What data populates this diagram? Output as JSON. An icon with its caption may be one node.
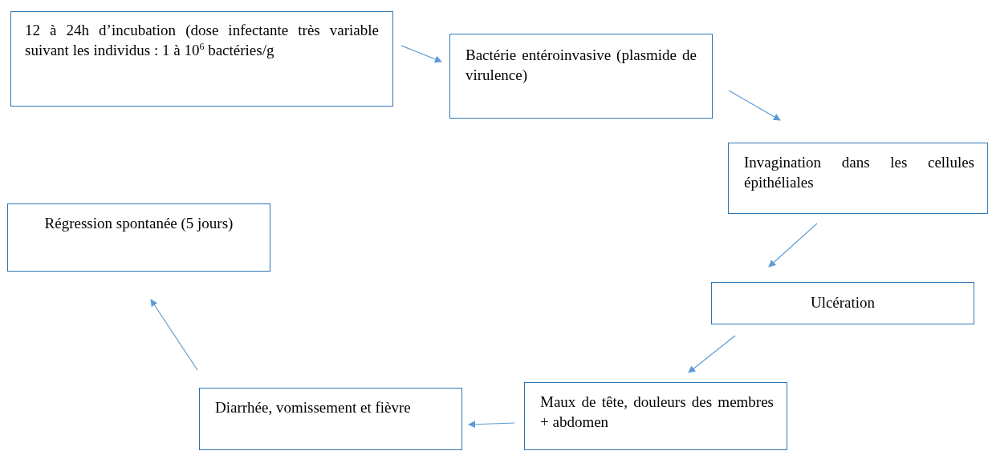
{
  "diagram": {
    "nodes": [
      {
        "text": [
          "12 à 24h d’incubation (dose infectante très variable suivant les individus : 1 à 10$^{6}$ bactéries/g"
        ]
      },
      {
        "text": [
          "Bactérie entéroinvasive (plasmide de virulence)"
        ]
      },
      {
        "text": [
          "Invagination dans les cellules épithéliales"
        ]
      },
      {
        "text": [
          "Ulcération"
        ]
      },
      {
        "text": [
          "Maux de tête, douleurs des membres + abdomen"
        ]
      },
      {
        "text": [
          "Diarrhée, vomissement et fièvre"
        ]
      },
      {
        "text": [
          "Régression spontanée (5 jours)"
        ]
      }
    ],
    "edges": [
      {
        "from": 0,
        "to": 1,
        "arrow": "to"
      },
      {
        "from": 1,
        "to": 2,
        "arrow": "to"
      },
      {
        "from": 2,
        "to": 3,
        "arrow": "to"
      },
      {
        "from": 3,
        "to": 4,
        "arrow": "to"
      },
      {
        "from": 4,
        "to": 5,
        "arrow": "to"
      },
      {
        "from": 5,
        "to": 6,
        "arrow": "to"
      }
    ]
  }
}
